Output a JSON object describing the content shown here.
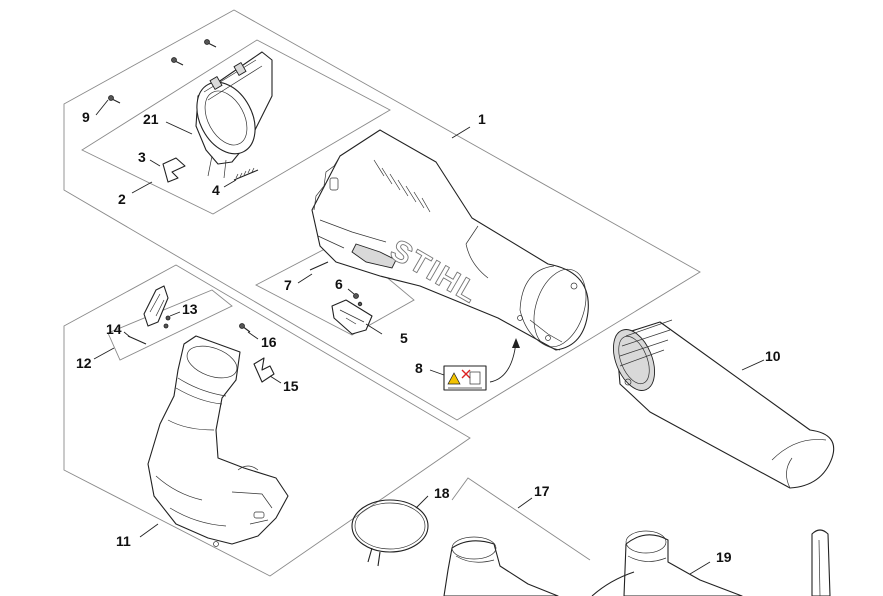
{
  "brand_text": "STIHL",
  "part_numbers": [
    "1",
    "2",
    "3",
    "4",
    "5",
    "6",
    "7",
    "8",
    "9",
    "10",
    "11",
    "12",
    "13",
    "14",
    "15",
    "16",
    "17",
    "18",
    "19",
    "21"
  ]
}
